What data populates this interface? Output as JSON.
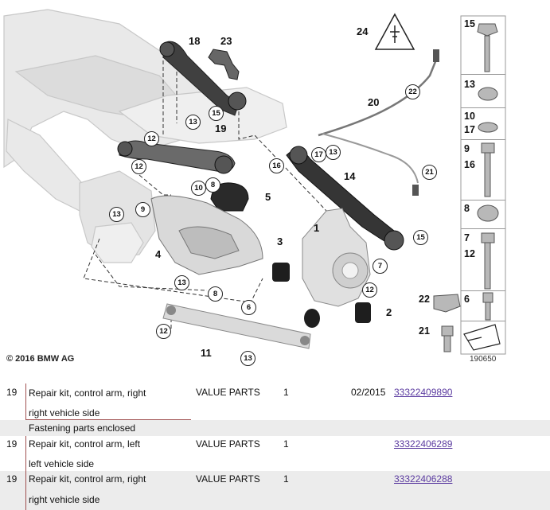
{
  "diagram": {
    "copyright": "© 2016 BMW AG",
    "image_number": "190650",
    "callouts_plain": [
      {
        "id": "18",
        "text": "18"
      },
      {
        "id": "23",
        "text": "23"
      },
      {
        "id": "24",
        "text": "24"
      },
      {
        "id": "19",
        "text": "19"
      },
      {
        "id": "20",
        "text": "20"
      },
      {
        "id": "14",
        "text": "14"
      },
      {
        "id": "5",
        "text": "5"
      },
      {
        "id": "1",
        "text": "1"
      },
      {
        "id": "3",
        "text": "3"
      },
      {
        "id": "4",
        "text": "4"
      },
      {
        "id": "2",
        "text": "2"
      },
      {
        "id": "11",
        "text": "11"
      }
    ],
    "callouts_circled": [
      {
        "id": "15a",
        "text": "15"
      },
      {
        "id": "13a",
        "text": "13"
      },
      {
        "id": "12a",
        "text": "12"
      },
      {
        "id": "12b",
        "text": "12"
      },
      {
        "id": "22a",
        "text": "22"
      },
      {
        "id": "17a",
        "text": "17"
      },
      {
        "id": "13b",
        "text": "13"
      },
      {
        "id": "16a",
        "text": "16"
      },
      {
        "id": "21a",
        "text": "21"
      },
      {
        "id": "10a",
        "text": "10"
      },
      {
        "id": "8a",
        "text": "8"
      },
      {
        "id": "9a",
        "text": "9"
      },
      {
        "id": "13c",
        "text": "13"
      },
      {
        "id": "15b",
        "text": "15"
      },
      {
        "id": "7a",
        "text": "7"
      },
      {
        "id": "13d",
        "text": "13"
      },
      {
        "id": "12c",
        "text": "12"
      },
      {
        "id": "8b",
        "text": "8"
      },
      {
        "id": "6a",
        "text": "6"
      },
      {
        "id": "12d",
        "text": "12"
      },
      {
        "id": "13e",
        "text": "13"
      }
    ],
    "side_panel": [
      {
        "numbers": [
          "15"
        ]
      },
      {
        "numbers": [
          "13"
        ]
      },
      {
        "numbers": [
          "10",
          "17"
        ]
      },
      {
        "numbers": [
          "9",
          "16"
        ]
      },
      {
        "numbers": [
          "8"
        ]
      },
      {
        "numbers": [
          "7",
          "12"
        ]
      },
      {
        "numbers": [
          "22",
          "6"
        ]
      },
      {
        "numbers": [
          "21"
        ]
      }
    ]
  },
  "parts": {
    "rows": [
      {
        "pos": "19",
        "desc1": "Repair kit, control arm, right",
        "desc2": "right vehicle side",
        "supplement": "VALUE PARTS",
        "qty": "1",
        "date": "02/2015",
        "part_number": "33322409890"
      },
      {
        "note": "Fastening parts enclosed"
      },
      {
        "pos": "19",
        "desc1": "Repair kit, control arm, left",
        "desc2": "left vehicle side",
        "supplement": "VALUE PARTS",
        "qty": "1",
        "date": "",
        "part_number": "33322406289"
      },
      {
        "pos": "19",
        "desc1": "Repair kit, control arm, right",
        "desc2": "right vehicle side",
        "supplement": "VALUE PARTS",
        "qty": "1",
        "date": "",
        "part_number": "33322406288"
      }
    ]
  },
  "colors": {
    "link": "#5b3ba0",
    "row_alt": "#ececec",
    "divider": "#a05050"
  }
}
